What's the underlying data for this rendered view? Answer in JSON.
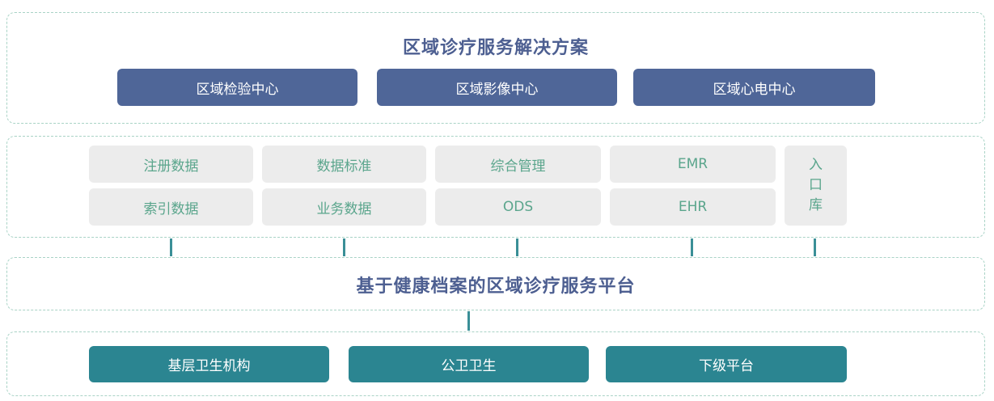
{
  "solutions": {
    "title": "区域诊疗服务解决方案",
    "centers": [
      "区域检验中心",
      "区域影像中心",
      "区域心电中心"
    ]
  },
  "data_layer": {
    "columns": [
      [
        "注册数据",
        "索引数据"
      ],
      [
        "数据标准",
        "业务数据"
      ],
      [
        "综合管理",
        "ODS"
      ],
      [
        "EMR",
        "EHR"
      ]
    ],
    "entry_library": [
      "入",
      "口",
      "库"
    ]
  },
  "platform": {
    "title": "基于健康档案的区域诊疗服务平台"
  },
  "sources": {
    "items": [
      "基层卫生机构",
      "公卫卫生",
      "下级平台"
    ]
  },
  "colors": {
    "title_text": "#4d5f91",
    "center_button": "#4f6698",
    "source_button": "#2b8591",
    "cell_background": "#ececec",
    "cell_text": "#5aa58c",
    "dashed_border": "#a9d3c6",
    "connector": "#3a8f97"
  }
}
